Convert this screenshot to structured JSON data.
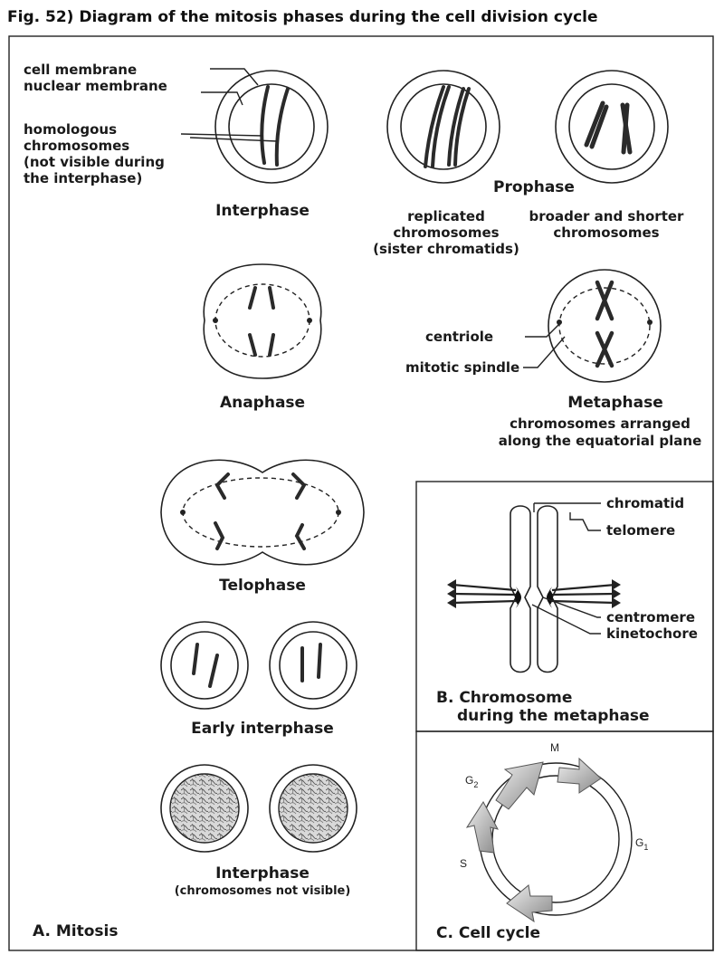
{
  "figure_title": "Fig. 52)   Diagram of the mitosis phases during the cell division cycle",
  "panel_a": {
    "label": "A. Mitosis",
    "interphase": {
      "annotations": [
        "cell membrane",
        "nuclear membrane",
        "homologous",
        "chromosomes",
        "(not visible during",
        "the interphase)"
      ],
      "title": "Interphase"
    },
    "prophase": {
      "title": "Prophase",
      "left_caption": [
        "replicated",
        "chromosomes",
        "(sister chromatids)"
      ],
      "right_caption": [
        "broader and shorter",
        "chromosomes"
      ]
    },
    "anaphase": {
      "title": "Anaphase"
    },
    "metaphase": {
      "title": "Metaphase",
      "annotations": [
        "centriole",
        "mitotic spindle"
      ],
      "caption": [
        "chromosomes arranged",
        "along the equatorial plane"
      ]
    },
    "telophase": {
      "title": "Telophase"
    },
    "early_interphase": {
      "title": "Early interphase"
    },
    "interphase_late": {
      "title": "Interphase",
      "subtitle": "(chromosomes not visible)"
    }
  },
  "panel_b": {
    "caption": [
      "B. Chromosome",
      "during the metaphase"
    ],
    "annotations": [
      "chromatid",
      "telomere",
      "centromere",
      "kinetochore"
    ]
  },
  "panel_c": {
    "caption": "C. Cell cycle",
    "phases": {
      "m": "M",
      "g2": "G",
      "g2_sub": "2",
      "g1": "G",
      "g1_sub": "1",
      "s": "S"
    }
  }
}
